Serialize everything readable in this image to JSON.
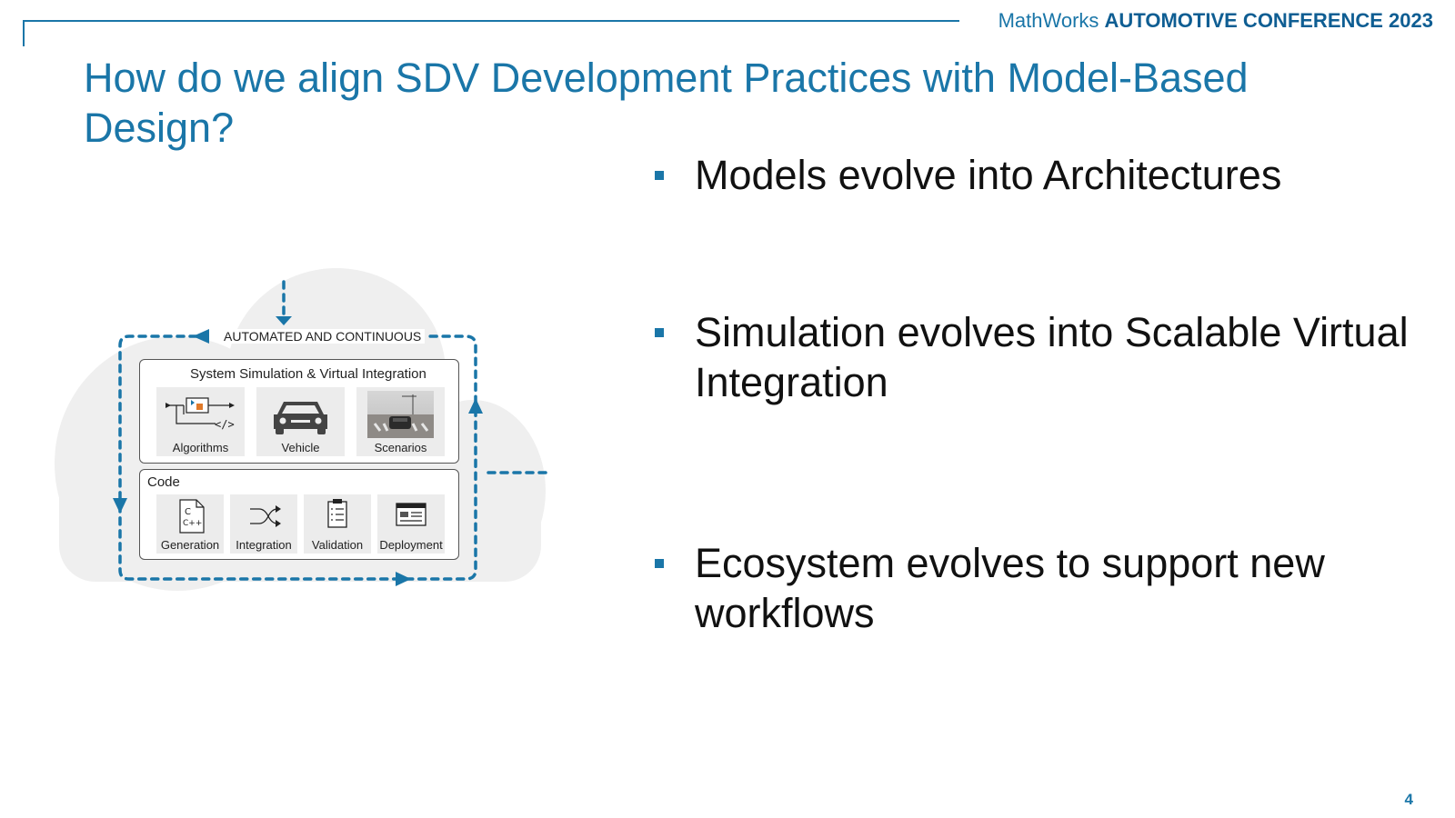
{
  "header": {
    "brand_regular": "MathWorks",
    "brand_bold": "AUTOMOTIVE CONFERENCE 2023"
  },
  "title": "How do we align SDV Development Practices with Model-Based Design?",
  "bullets": [
    "Models evolve into Architectures",
    "Simulation evolves into Scalable Virtual Integration",
    "Ecosystem evolves to support new workflows"
  ],
  "diagram": {
    "loop_label": "AUTOMATED AND CONTINUOUS",
    "system_panel": {
      "title": "System Simulation & Virtual Integration",
      "tiles": [
        "Algorithms",
        "Vehicle",
        "Scenarios"
      ]
    },
    "code_panel": {
      "title": "Code",
      "tiles": [
        "Generation",
        "Integration",
        "Validation",
        "Deployment"
      ]
    },
    "code_glyphs": {
      "c": "C",
      "cpp": "C++",
      "tag": "</>"
    }
  },
  "page_number": "4",
  "colors": {
    "accent": "#1a76a8",
    "accent_dark": "#0f5e93",
    "cloud": "#efefef"
  },
  "icons": [
    "algorithm-block-icon",
    "car-icon",
    "scenario-image",
    "code-file-icon",
    "shuffle-icon",
    "clipboard-icon",
    "deployment-window-icon"
  ]
}
